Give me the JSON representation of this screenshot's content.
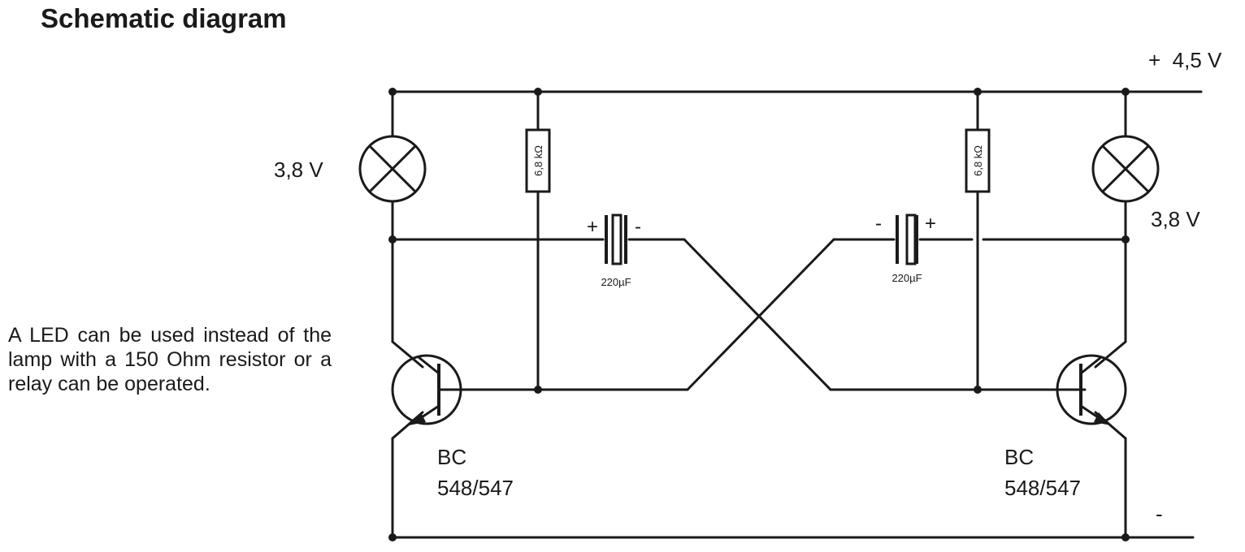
{
  "title": "Schematic diagram",
  "note": "A LED can be used instead of the lamp with a 150 Ohm resistor or a relay can be operated.",
  "labels": {
    "supply_positive": "+  4,5 V",
    "supply_negative": "-",
    "lamp_left": "3,8 V",
    "lamp_right": "3,8 V",
    "resistor_left": "6,8 kΩ",
    "resistor_right": "6,8 kΩ",
    "capacitor_left": "220µF",
    "capacitor_right": "220µF",
    "cap_left_plus": "+",
    "cap_left_minus": "-",
    "cap_right_minus": "-",
    "cap_right_plus": "+",
    "transistor_left_line1": "BC",
    "transistor_left_line2": "548/547",
    "transistor_right_line1": "BC",
    "transistor_right_line2": "548/547"
  }
}
